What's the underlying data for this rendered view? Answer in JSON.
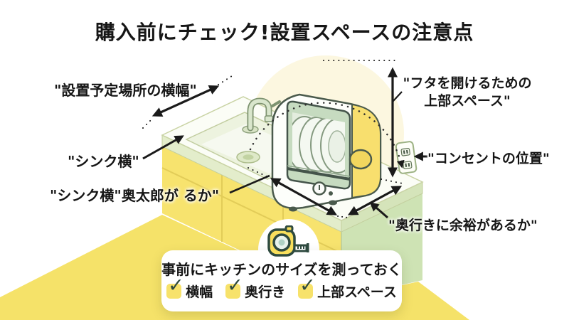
{
  "title": "購入前にチェック!設置スペースの注意点",
  "annotations": {
    "counter_width": "\"設置予定場所の横幅\"",
    "sink_side": "\"シンク横\"",
    "sink_side_depth": "\"シンク横\"奥太郎が るか\"",
    "top_space_line1": "\"フタを開けるための",
    "top_space_line2": "上部スペース\"",
    "outlet_position": "\"コンセントの位置\"",
    "depth_margin": "\"奥行きに余裕があるか\""
  },
  "checklist": {
    "heading": "事前にキッチンのサイズを測っておく",
    "items": [
      {
        "label": "横幅",
        "checked": true
      },
      {
        "label": "奥行き",
        "checked": true
      },
      {
        "label": "上部スペース",
        "checked": true
      }
    ]
  },
  "icons": {
    "check_glyph": "✓",
    "tape_measure": "tape-measure-icon",
    "outlet": "outlet-icon",
    "lid_open_arc": "dashed-arc-icon"
  },
  "colors": {
    "floor_yellow": "#F5E269",
    "cabinet_yellow": "#F7E36E",
    "counter_side_green": "#CEE3B4",
    "appliance_yellow": "#F8DF6E",
    "checkbox_yellow": "#F7E26B",
    "check_green": "#2E4A3F",
    "arrow_black": "#1A1A1A",
    "text": "#161616"
  }
}
